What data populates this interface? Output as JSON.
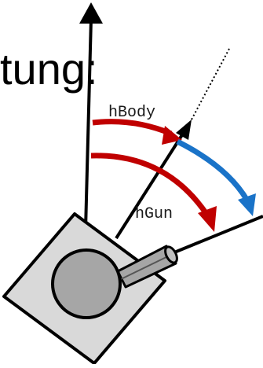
{
  "heading": "tung:",
  "labels": {
    "body_heading": "hBody",
    "gun_heading": "hGun"
  },
  "colors": {
    "body_arc": "#c00000",
    "gun_arc": "#c00000",
    "relative_arc": "#1a73c8",
    "tank_body": "#d9d9d9",
    "turret": "#a6a6a6",
    "outline": "#000000"
  }
}
